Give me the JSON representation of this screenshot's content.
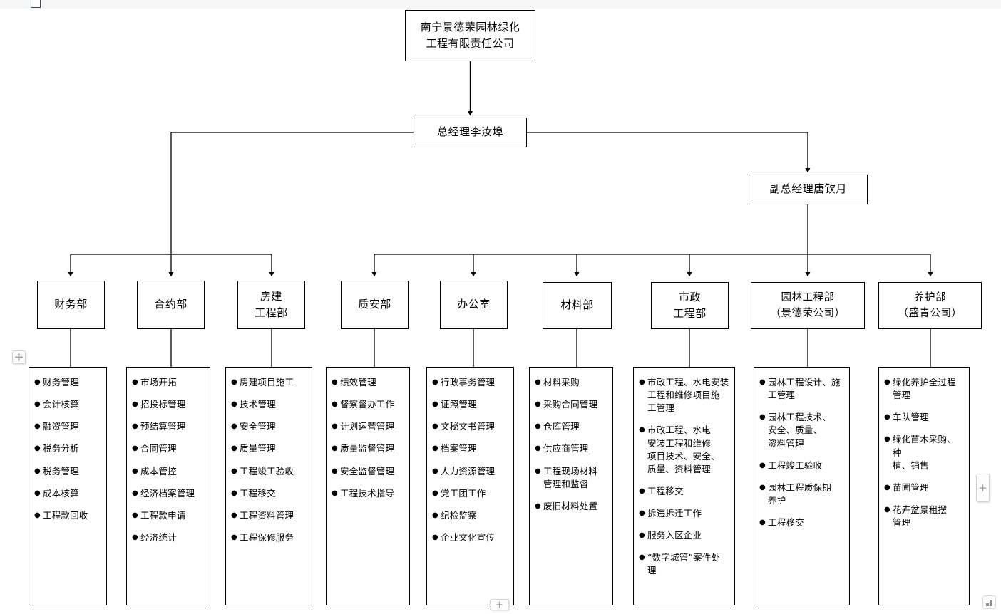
{
  "chrome": {
    "move_handle_icon": "move-icon",
    "right_expand_label": "+",
    "bottom_expand_label": "+",
    "resize_handle_icon": "resize-grip-icon",
    "top_square_icon": "anchor-square-icon"
  },
  "org": {
    "company": {
      "line1": "南宁景德荣园林绿化",
      "line2": "工程有限责任公司"
    },
    "general_manager": "总经理李汝埠",
    "vice_general_manager": "副总经理唐钦月"
  },
  "departments": [
    {
      "name_line1": "财务部",
      "name_line2": "",
      "duties": [
        [
          "财务管理"
        ],
        [
          "会计核算"
        ],
        [
          "融资管理"
        ],
        [
          "税务分析"
        ],
        [
          "税务管理"
        ],
        [
          "成本核算"
        ],
        [
          "工程款回收"
        ]
      ]
    },
    {
      "name_line1": "合约部",
      "name_line2": "",
      "duties": [
        [
          "市场开拓"
        ],
        [
          "招投标管理"
        ],
        [
          "预结算管理"
        ],
        [
          "合同管理"
        ],
        [
          "成本管控"
        ],
        [
          "经济档案管理"
        ],
        [
          "工程款申请"
        ],
        [
          "经济统计"
        ]
      ]
    },
    {
      "name_line1": "房建",
      "name_line2": "工程部",
      "duties": [
        [
          "房建项目施工"
        ],
        [
          "技术管理"
        ],
        [
          "安全管理"
        ],
        [
          "质量管理"
        ],
        [
          "工程竣工验收"
        ],
        [
          "工程移交"
        ],
        [
          "工程资料管理"
        ],
        [
          "工程保修服务"
        ]
      ]
    },
    {
      "name_line1": "质安部",
      "name_line2": "",
      "duties": [
        [
          "绩效管理"
        ],
        [
          "督察督办工作"
        ],
        [
          "计划运营管理"
        ],
        [
          "质量监督管理"
        ],
        [
          "安全监督管理"
        ],
        [
          "工程技术指导"
        ]
      ]
    },
    {
      "name_line1": "办公室",
      "name_line2": "",
      "duties": [
        [
          "行政事务管理"
        ],
        [
          "证照管理"
        ],
        [
          "文秘文书管理"
        ],
        [
          "档案管理"
        ],
        [
          "人力资源管理"
        ],
        [
          "党工团工作"
        ],
        [
          "纪检监察"
        ],
        [
          "企业文化宣传"
        ]
      ]
    },
    {
      "name_line1": "材料部",
      "name_line2": "",
      "duties": [
        [
          "材料采购"
        ],
        [
          "采购合同管理"
        ],
        [
          "仓库管理"
        ],
        [
          "供应商管理"
        ],
        [
          "工程现场材料",
          "管理和监督"
        ],
        [
          "废旧材料处置"
        ]
      ]
    },
    {
      "name_line1": "市政",
      "name_line2": "工程部",
      "duties": [
        [
          "市政工程、水电安装",
          "工程和维修项目施",
          "工管理"
        ],
        [
          "市政工程、水电",
          "安装工程和维修",
          "项目技术、安全、",
          "质量、资料管理"
        ],
        [
          "工程移交"
        ],
        [
          "拆违拆迁工作"
        ],
        [
          "服务入区企业"
        ],
        [
          "“数字城管”案件处",
          "理"
        ]
      ]
    },
    {
      "name_line1": "园林工程部",
      "name_line2": "（景德荣公司）",
      "duties": [
        [
          "园林工程设计、施",
          "工管理"
        ],
        [
          "园林工程技术、",
          "安全、质量、",
          "资料管理"
        ],
        [
          "工程竣工验收"
        ],
        [
          "园林工程质保期",
          "养护"
        ],
        [
          "工程移交"
        ]
      ]
    },
    {
      "name_line1": "养护部",
      "name_line2": "（盛青公司）",
      "duties": [
        [
          "绿化养护全过程",
          "管理"
        ],
        [
          "车队管理"
        ],
        [
          "绿化苗木采购、种",
          "植、销售"
        ],
        [
          "苗圃管理"
        ],
        [
          "花卉盆景租摆",
          "管理"
        ]
      ]
    }
  ]
}
